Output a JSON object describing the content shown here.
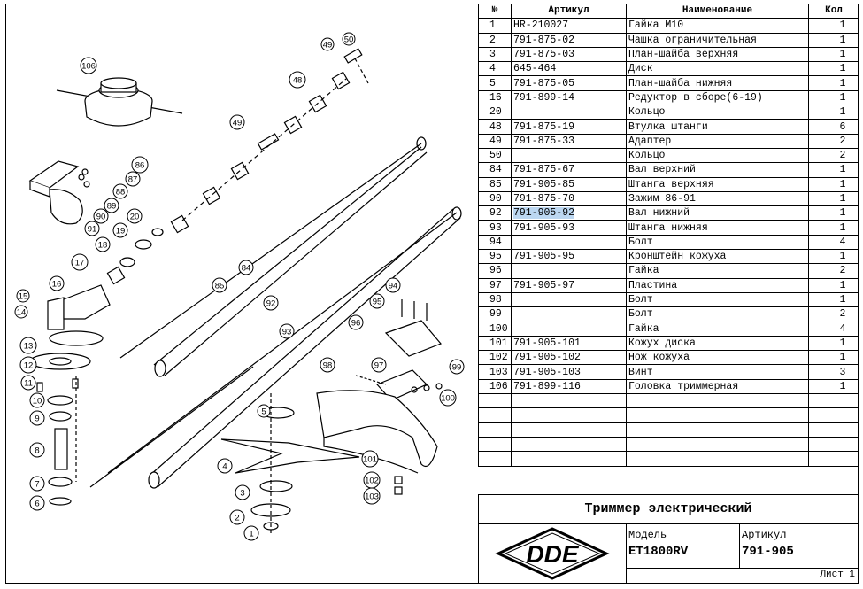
{
  "table": {
    "headers": {
      "no": "№",
      "article": "Артикул",
      "name": "Наименование",
      "qty": "Кол"
    },
    "rows": [
      {
        "no": "1",
        "article": "HR-210027",
        "name": "Гайка М10",
        "qty": "1"
      },
      {
        "no": "2",
        "article": "791-875-02",
        "name": "Чашка ограничительная",
        "qty": "1"
      },
      {
        "no": "3",
        "article": "791-875-03",
        "name": "План-шайба верхняя",
        "qty": "1"
      },
      {
        "no": "4",
        "article": "645-464",
        "name": "Диск",
        "qty": "1"
      },
      {
        "no": "5",
        "article": "791-875-05",
        "name": "План-шайба нижняя",
        "qty": "1"
      },
      {
        "no": "16",
        "article": "791-899-14",
        "name": "Редуктор в сборе(6-19)",
        "qty": "1"
      },
      {
        "no": "20",
        "article": "",
        "name": "Кольцо",
        "qty": "1"
      },
      {
        "no": "48",
        "article": "791-875-19",
        "name": "Втулка штанги",
        "qty": "6"
      },
      {
        "no": "49",
        "article": "791-875-33",
        "name": "Адаптер",
        "qty": "2"
      },
      {
        "no": "50",
        "article": "",
        "name": "Кольцо",
        "qty": "2"
      },
      {
        "no": "84",
        "article": "791-875-67",
        "name": "Вал верхний",
        "qty": "1"
      },
      {
        "no": "85",
        "article": "791-905-85",
        "name": "Штанга верхняя",
        "qty": "1"
      },
      {
        "no": "90",
        "article": "791-875-70",
        "name": "Зажим 86-91",
        "qty": "1"
      },
      {
        "no": "92",
        "article": "791-905-92",
        "name": "Вал нижний",
        "qty": "1"
      },
      {
        "no": "93",
        "article": "791-905-93",
        "name": "Штанга нижняя",
        "qty": "1"
      },
      {
        "no": "94",
        "article": "",
        "name": "Болт",
        "qty": "4"
      },
      {
        "no": "95",
        "article": "791-905-95",
        "name": "Кронштейн кожуха",
        "qty": "1"
      },
      {
        "no": "96",
        "article": "",
        "name": "Гайка",
        "qty": "2"
      },
      {
        "no": "97",
        "article": "791-905-97",
        "name": "Пластина",
        "qty": "1"
      },
      {
        "no": "98",
        "article": "",
        "name": "Болт",
        "qty": "1"
      },
      {
        "no": "99",
        "article": "",
        "name": "Болт",
        "qty": "2"
      },
      {
        "no": "100",
        "article": "",
        "name": "Гайка",
        "qty": "4"
      },
      {
        "no": "101",
        "article": "791-905-101",
        "name": "Кожух диска",
        "qty": "1"
      },
      {
        "no": "102",
        "article": "791-905-102",
        "name": "Нож кожуха",
        "qty": "1"
      },
      {
        "no": "103",
        "article": "791-905-103",
        "name": "Винт",
        "qty": "3"
      },
      {
        "no": "106",
        "article": "791-899-116",
        "name": "Головка триммерная",
        "qty": "1"
      }
    ],
    "empty_rows": 5,
    "highlighted_article": "791-905-92"
  },
  "title_block": {
    "title": "Триммер электрический",
    "logo_text": "DDE",
    "model_label": "Модель",
    "model_value": "ET1800RV",
    "article_label": "Артикул",
    "article_value": "791-905",
    "sheet": "Лист 1"
  },
  "callouts": [
    "106",
    "50",
    "49",
    "48",
    "49",
    "86",
    "87",
    "88",
    "89",
    "90",
    "91",
    "20",
    "19",
    "18",
    "17",
    "84",
    "85",
    "92",
    "93",
    "16",
    "15",
    "14",
    "13",
    "12",
    "11",
    "10",
    "9",
    "8",
    "7",
    "6",
    "94",
    "95",
    "96",
    "97",
    "98",
    "99",
    "100",
    "101",
    "102",
    "103",
    "5",
    "4",
    "3",
    "2",
    "1"
  ]
}
